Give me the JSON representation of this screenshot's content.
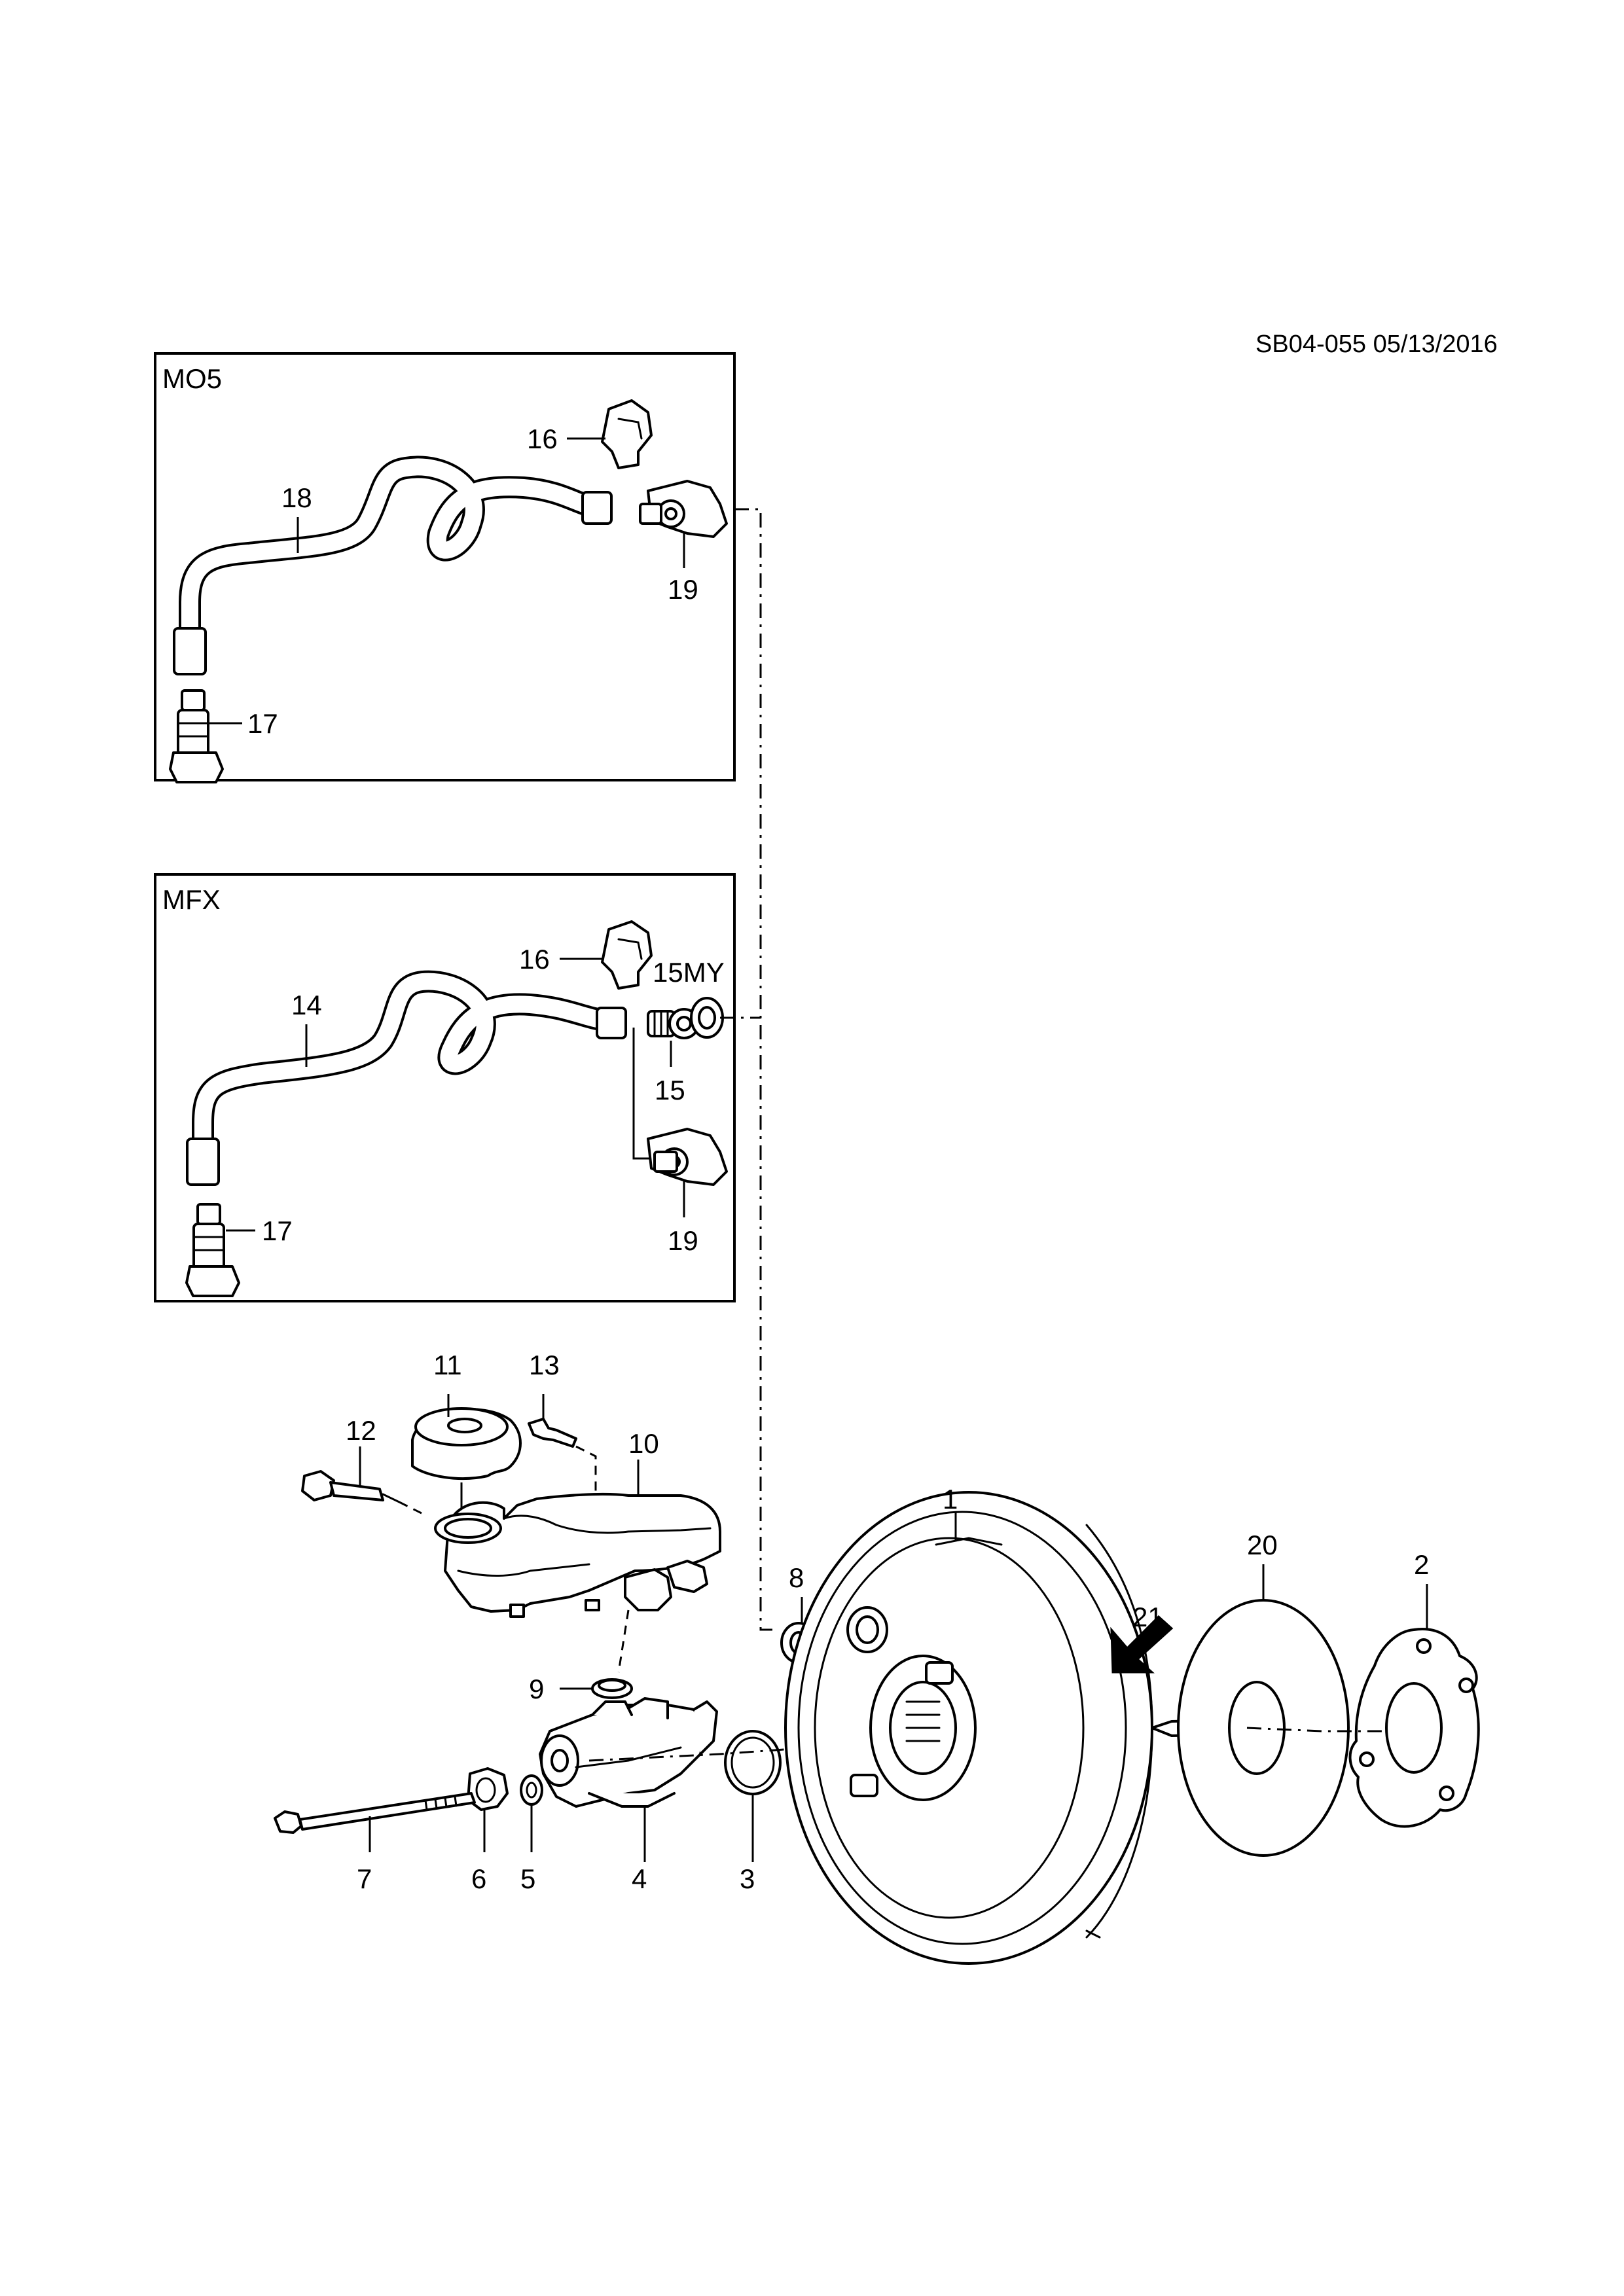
{
  "reference": "SB04-055 05/13/2016",
  "boxes": {
    "top": {
      "label": "MO5"
    },
    "middle": {
      "label": "MFX"
    }
  },
  "callouts": {
    "c1": "1",
    "c2": "2",
    "c3": "3",
    "c4": "4",
    "c5": "5",
    "c6": "6",
    "c7": "7",
    "c8": "8",
    "c9": "9",
    "c10": "10",
    "c11": "11",
    "c12": "12",
    "c13": "13",
    "c14": "14",
    "c15": "15",
    "c15my": "15MY",
    "c16a": "16",
    "c16b": "16",
    "c17a": "17",
    "c17b": "17",
    "c18": "18",
    "c19a": "19",
    "c19b": "19",
    "c20": "20",
    "c21": "21"
  }
}
